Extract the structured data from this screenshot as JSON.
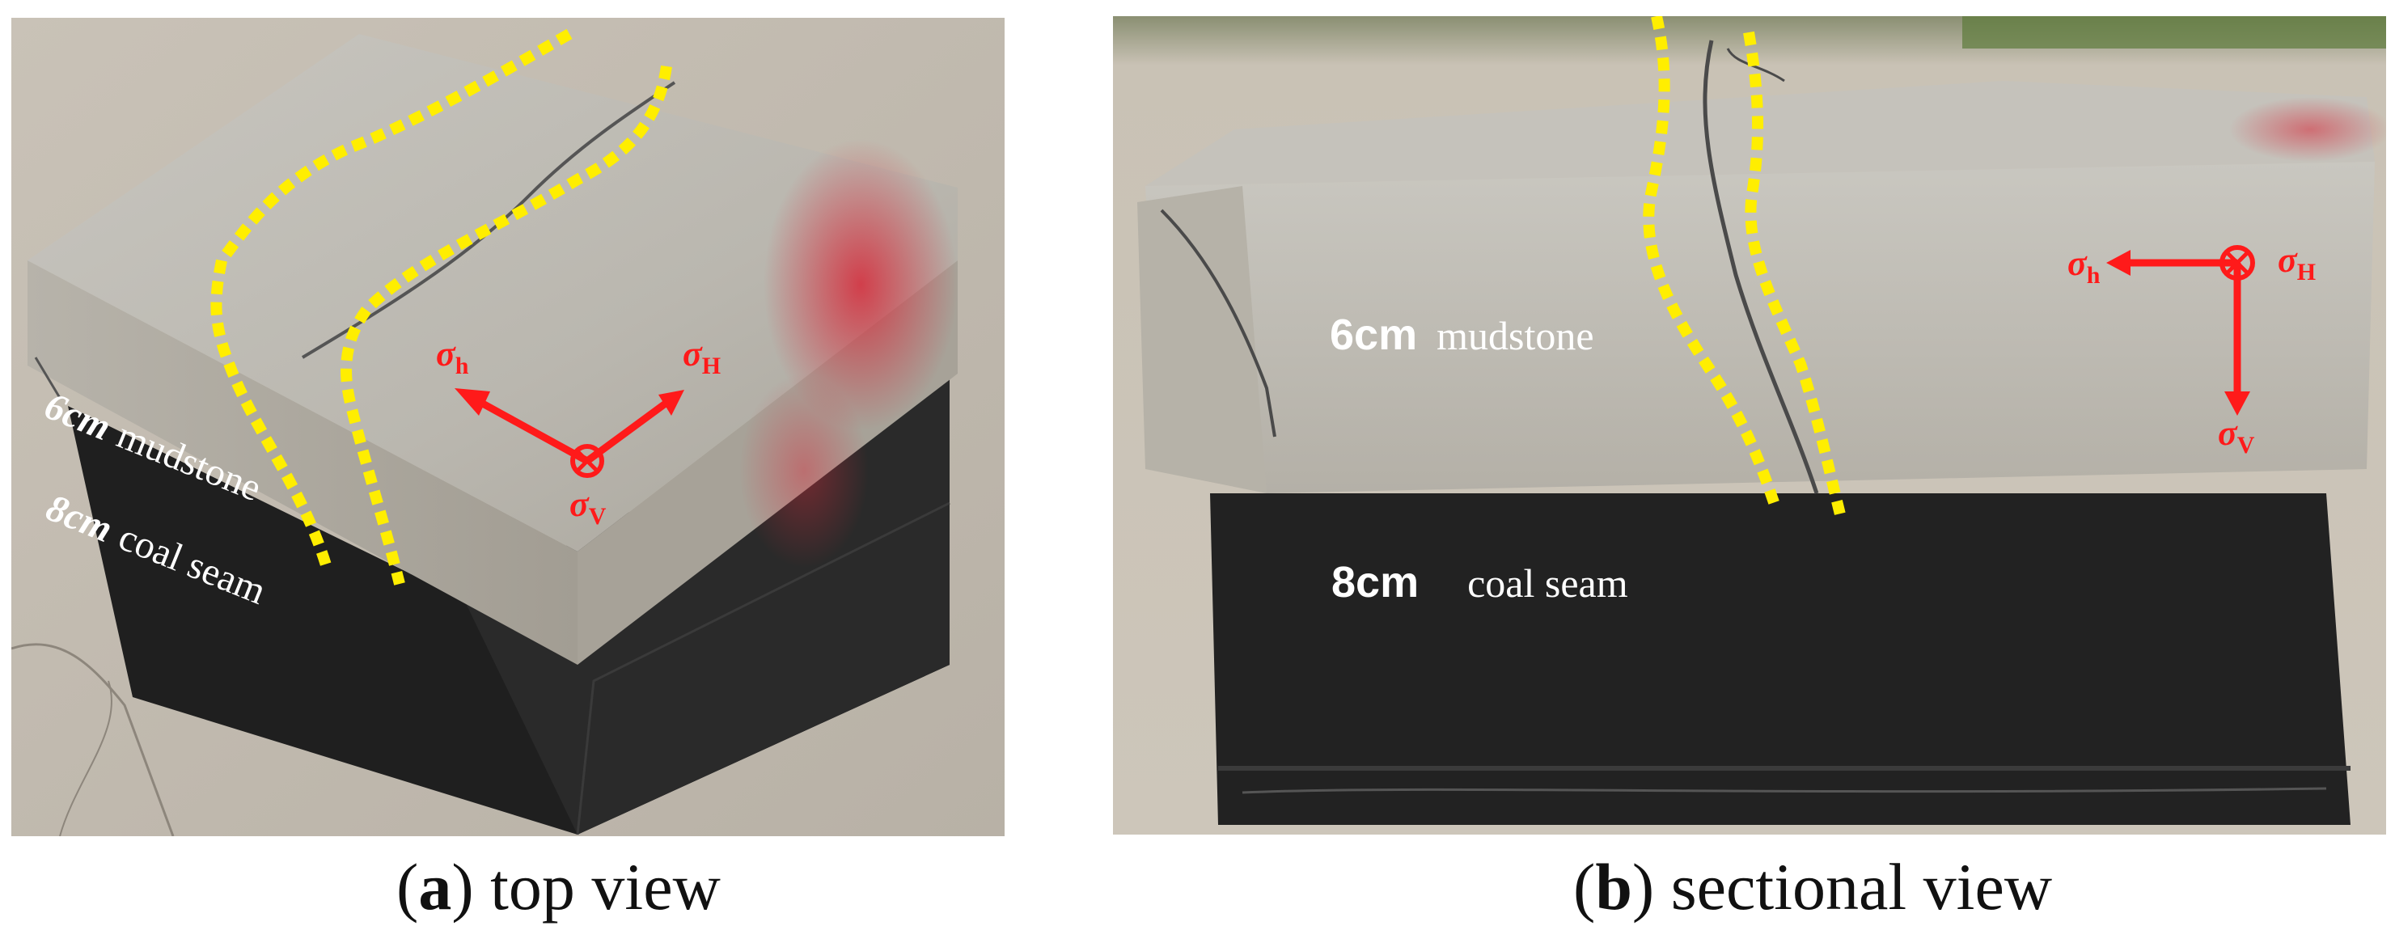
{
  "panel_a": {
    "caption_letter": "a",
    "caption_text": "top view",
    "layers": [
      {
        "thickness": "6cm",
        "material": "mudstone"
      },
      {
        "thickness": "8cm",
        "material": "coal seam"
      }
    ],
    "stress_labels": {
      "sigma": "σ",
      "h": "h",
      "H": "H",
      "V": "V"
    }
  },
  "panel_b": {
    "caption_letter": "b",
    "caption_text": "sectional view",
    "layers": [
      {
        "thickness": "6cm",
        "material": "mudstone"
      },
      {
        "thickness": "8cm",
        "material": "coal seam"
      }
    ],
    "stress_labels": {
      "sigma": "σ",
      "h": "h",
      "H": "H",
      "V": "V"
    }
  },
  "colors": {
    "fracture_line": "#ffee00",
    "stress_arrow": "#ff1a1a",
    "mudstone": "#bdbab2",
    "coal": "#1e1e1e",
    "ground": "#cbc5bb"
  }
}
